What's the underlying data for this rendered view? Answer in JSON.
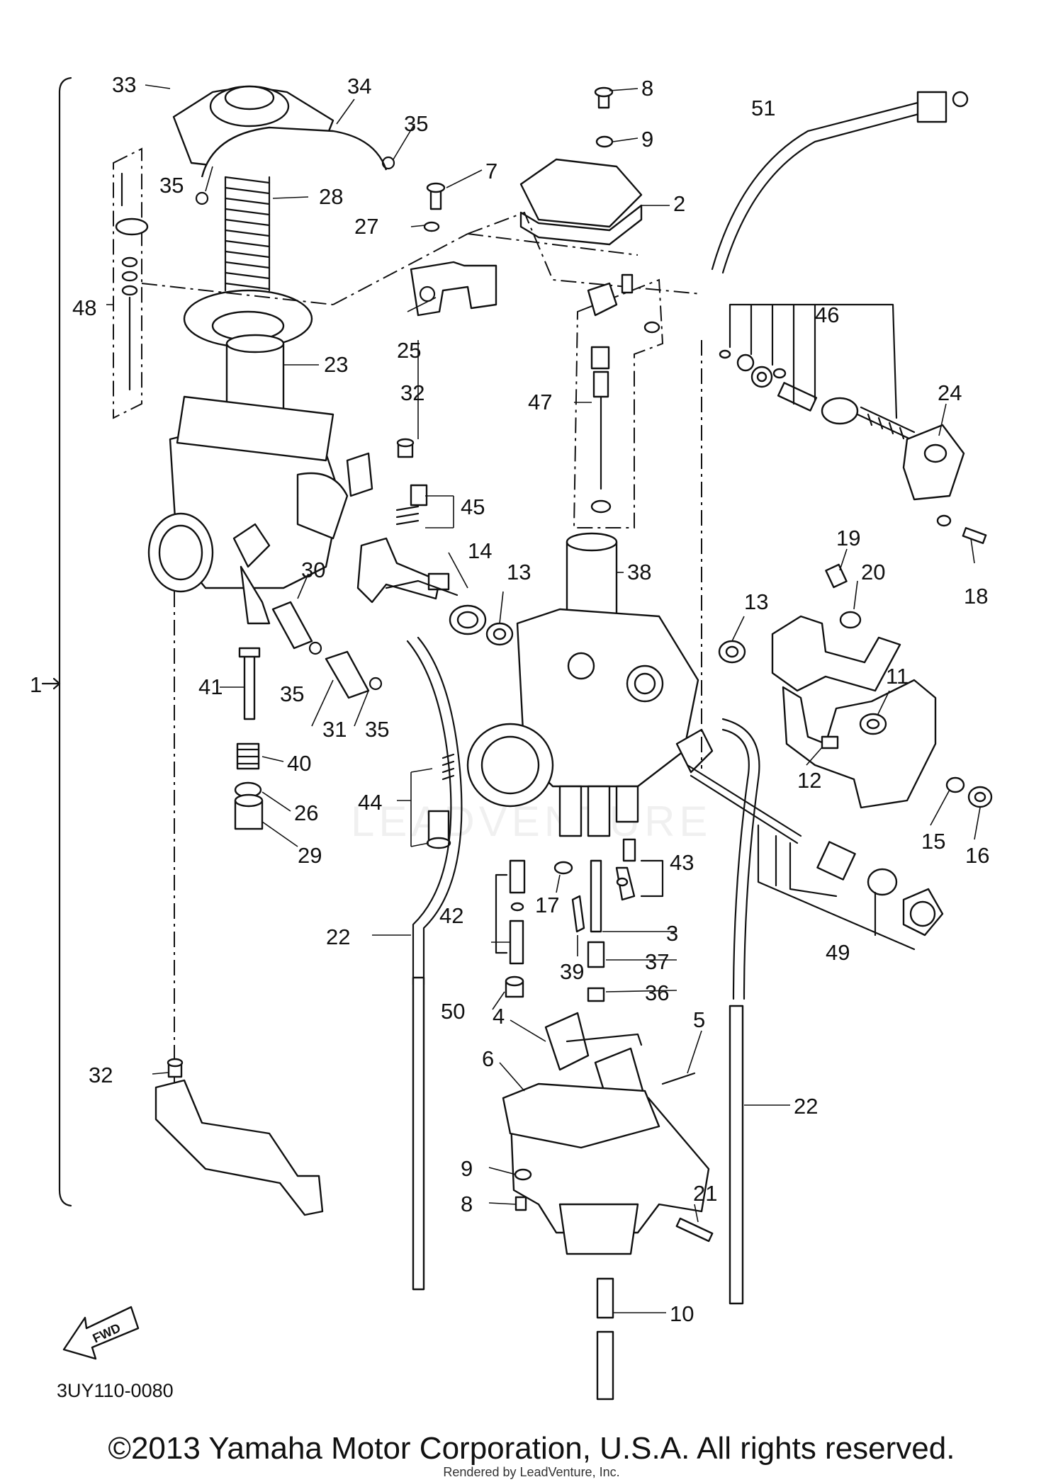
{
  "diagram_code": "3UY110-0080",
  "copyright": "©2013 Yamaha Motor Corporation, U.S.A. All rights reserved.",
  "renderer_note": "Rendered by LeadVenture, Inc.",
  "watermark": "LEADVENTURE",
  "direction_marker": "FWD",
  "assembly_bracket_label": "1",
  "callouts": {
    "c2": "2",
    "c3": "3",
    "c4": "4",
    "c5": "5",
    "c6": "6",
    "c7": "7",
    "c8a": "8",
    "c8b": "8",
    "c9a": "9",
    "c9b": "9",
    "c10": "10",
    "c11": "11",
    "c12": "12",
    "c13a": "13",
    "c13b": "13",
    "c14": "14",
    "c15": "15",
    "c16": "16",
    "c17": "17",
    "c18": "18",
    "c19": "19",
    "c20": "20",
    "c21": "21",
    "c22a": "22",
    "c22b": "22",
    "c23": "23",
    "c24": "24",
    "c25": "25",
    "c26": "26",
    "c27": "27",
    "c28": "28",
    "c29": "29",
    "c30": "30",
    "c31": "31",
    "c32a": "32",
    "c32b": "32",
    "c33": "33",
    "c34": "34",
    "c35a": "35",
    "c35b": "35",
    "c35c": "35",
    "c35d": "35",
    "c36": "36",
    "c37": "37",
    "c38": "38",
    "c39": "39",
    "c40": "40",
    "c41": "41",
    "c42": "42",
    "c43": "43",
    "c44": "44",
    "c45": "45",
    "c46": "46",
    "c47": "47",
    "c48": "48",
    "c49": "49",
    "c50": "50",
    "c51": "51"
  }
}
